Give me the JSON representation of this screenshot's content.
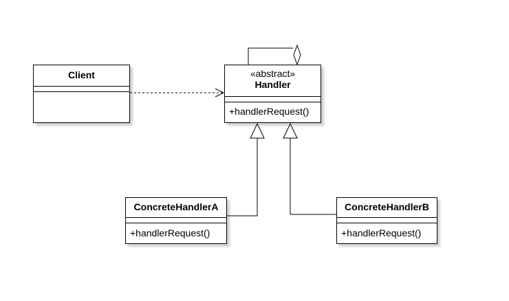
{
  "diagram": {
    "type": "uml-class-diagram",
    "classes": {
      "client": {
        "name": "Client",
        "operations": []
      },
      "handler": {
        "stereotype": "«abstract»",
        "name": "Handler",
        "operations": [
          "+handlerRequest()"
        ]
      },
      "concrete_handler_a": {
        "name": "ConcreteHandlerA",
        "operations": [
          "+handlerRequest()"
        ]
      },
      "concrete_handler_b": {
        "name": "ConcreteHandlerB",
        "operations": [
          "+handlerRequest()"
        ]
      }
    },
    "relationships": [
      {
        "from": "Client",
        "to": "Handler",
        "kind": "dependency"
      },
      {
        "from": "Handler",
        "to": "Handler",
        "kind": "aggregation"
      },
      {
        "from": "ConcreteHandlerA",
        "to": "Handler",
        "kind": "generalization"
      },
      {
        "from": "ConcreteHandlerB",
        "to": "Handler",
        "kind": "generalization"
      }
    ]
  }
}
